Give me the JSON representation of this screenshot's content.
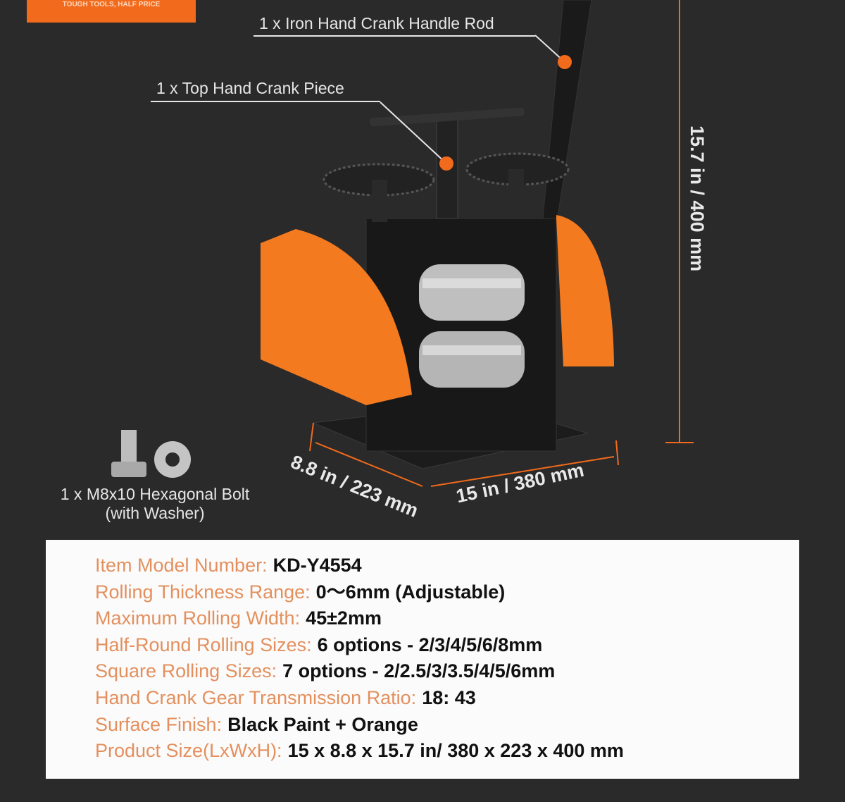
{
  "badge": {
    "text": "TOUGH TOOLS, HALF PRICE"
  },
  "callouts": {
    "handle_rod": "1 x Iron Hand Crank Handle Rod",
    "top_piece": "1 x Top Hand Crank Piece",
    "bolt_line1": "1 x M8x10 Hexagonal Bolt",
    "bolt_line2": "(with Washer)"
  },
  "dimensions": {
    "height": "15.7 in / 400 mm",
    "width": "8.8 in / 223 mm",
    "length": "15 in / 380 mm"
  },
  "specs": [
    {
      "key": "Item Model Number:",
      "value": "KD-Y4554"
    },
    {
      "key": "Rolling Thickness Range:",
      "value": "0～6mm (Adjustable)"
    },
    {
      "key": "Maximum Rolling Width:",
      "value": "45±2mm"
    },
    {
      "key": "Half-Round Rolling Sizes:",
      "value": "6 options - 2/3/4/5/6/8mm"
    },
    {
      "key": "Square Rolling Sizes:",
      "value": "7 options - 2/2.5/3/3.5/4/5/6mm"
    },
    {
      "key": "Hand Crank Gear Transmission Ratio:",
      "value": "18: 43"
    },
    {
      "key": "Surface Finish:",
      "value": "Black Paint + Orange"
    },
    {
      "key": "Product Size(LxWxH):",
      "value": "15 x 8.8 x 15.7 in/ 380 x 223 x 400 mm"
    }
  ],
  "colors": {
    "accent": "#f26a1b",
    "background": "#2a2a2a",
    "spec_key": "#e3905e"
  }
}
